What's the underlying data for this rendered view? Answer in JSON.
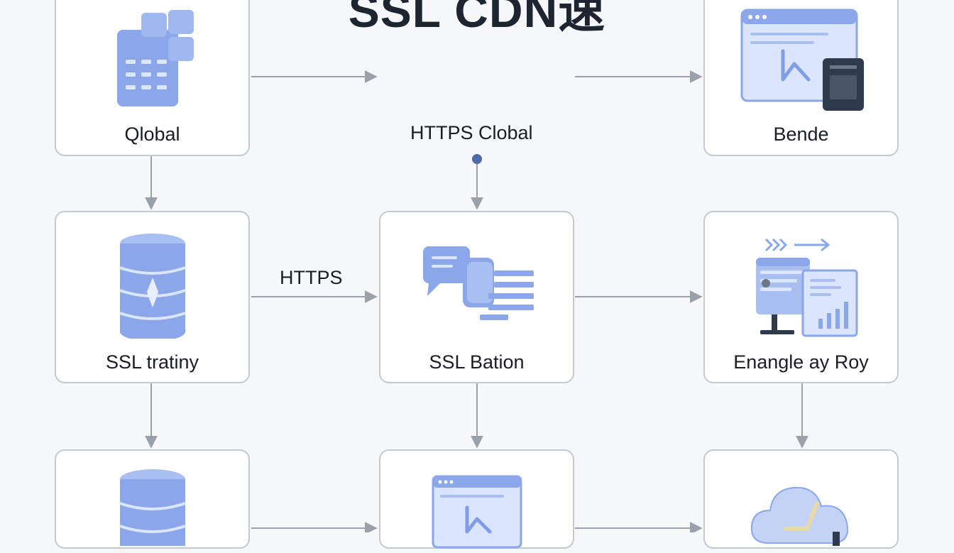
{
  "title": "SSL CDN速",
  "nodes": {
    "qlobal": "Qlobal",
    "bende": "Bende",
    "ssl_tratiny": "SSL tratiny",
    "ssl_bation": "SSL Bation",
    "enangle": "Enangle ay Roy"
  },
  "edge_labels": {
    "https_clobal": "HTTPS Clobal",
    "https": "HTTPS"
  },
  "colors": {
    "accent": "#7f9ee6",
    "accent_light": "#a9bff1",
    "accent_pale": "#dbe5fb",
    "dark": "#2f3a4d",
    "border": "#c5c9d1",
    "arrow": "#9aa1ab"
  }
}
